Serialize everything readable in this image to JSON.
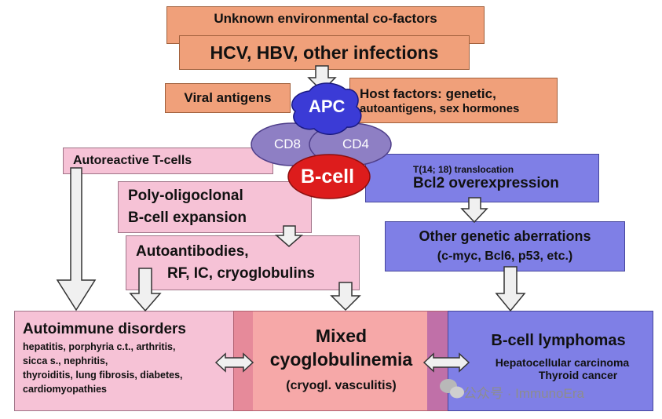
{
  "boxes": {
    "env": "Unknown environmental co-factors",
    "infections": "HCV, HBV, other infections",
    "viral": "Viral antigens",
    "host": [
      "Host factors: genetic,",
      "autoantigens, sex hormones"
    ],
    "autoreactive": "Autoreactive T-cells",
    "poly": [
      "Poly-oligoclonal",
      "B-cell expansion"
    ],
    "autoab": [
      "Autoantibodies,",
      "RF, IC, cryoglobulins"
    ],
    "translocation": "T(14; 18) translocation",
    "bcl2": "Bcl2 overexpression",
    "genetic": [
      "Other genetic aberrations",
      "(c-myc, Bcl6, p53, etc.)"
    ]
  },
  "cells": {
    "apc": "APC",
    "cd8": "CD8",
    "cd4": "CD4",
    "bcell": "B-cell"
  },
  "outcomes": {
    "autoimmune": {
      "title": "Autoimmune disorders",
      "items": [
        "hepatitis, porphyria c.t., arthritis,",
        "sicca s., nephritis,",
        "thyroiditis, lung fibrosis, diabetes,",
        "cardiomyopathies"
      ]
    },
    "mixed": {
      "title": [
        "Mixed",
        "cyoglobulinemia"
      ],
      "sub": "(cryogl. vasculitis)"
    },
    "lymphoma": {
      "title": "B-cell lymphomas",
      "items": [
        "Hepatocellular carcinoma",
        "Thyroid cancer"
      ]
    }
  },
  "watermark": "公众号 · ImmunoEra",
  "colors": {
    "orange": "#f0a07a",
    "pink": "#f6c2d6",
    "blue": "#7f7fe6",
    "red": "#dd1c1c"
  }
}
